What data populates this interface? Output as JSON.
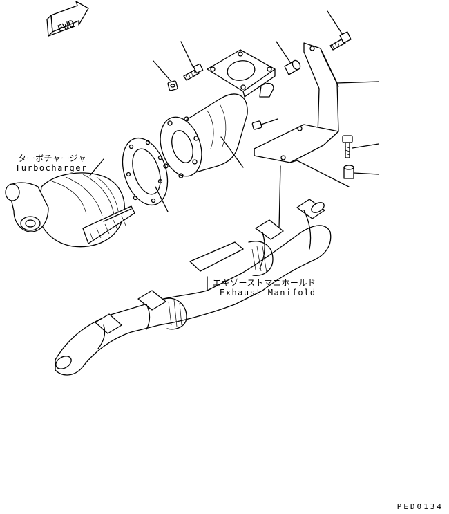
{
  "fwd_label": "FWD",
  "labels": {
    "turbocharger_jp": "ターボチャージャ",
    "turbocharger_en": "Turbocharger",
    "exhaust_manifold_jp": "エキゾーストマニホールド",
    "exhaust_manifold_en": "Exhaust Manifold"
  },
  "drawing_code": "PED0134"
}
